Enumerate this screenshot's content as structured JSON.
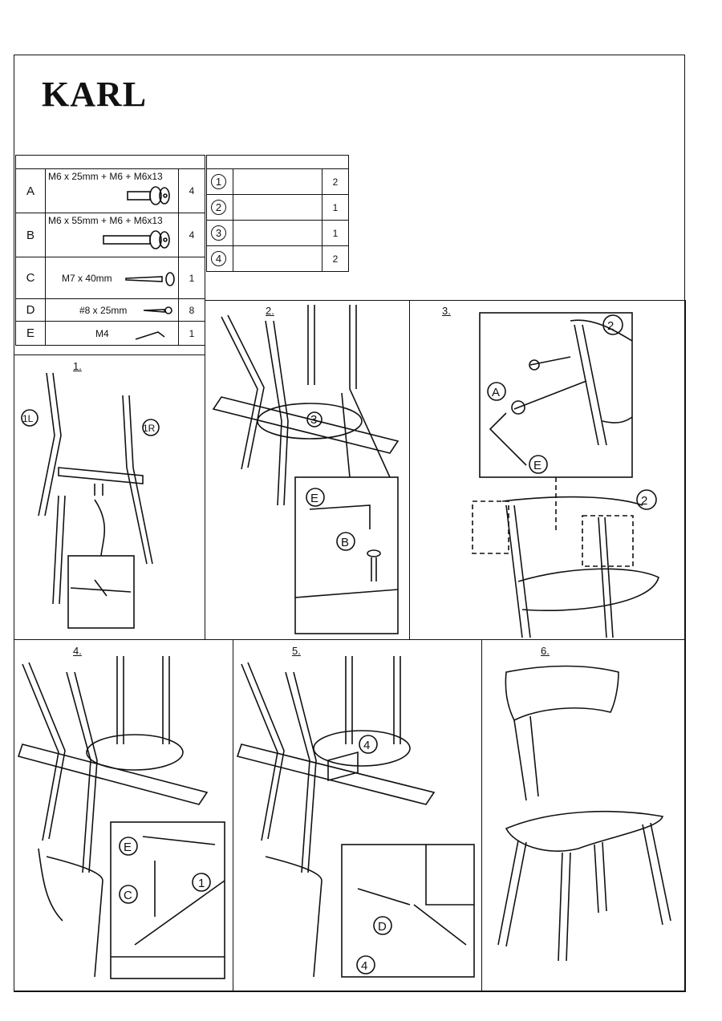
{
  "title": "KARL",
  "hardware": [
    {
      "letter": "A",
      "spec": "M6 x 25mm + M6 + M6x13",
      "qty": "4",
      "icon": "bolt-washer-nut-icon"
    },
    {
      "letter": "B",
      "spec": "M6 x 55mm + M6 + M6x13",
      "qty": "4",
      "icon": "long-bolt-washer-nut-icon"
    },
    {
      "letter": "C",
      "spec": "M7 x 40mm",
      "qty": "1",
      "icon": "screw-icon"
    },
    {
      "letter": "D",
      "spec": "#8 x 25mm",
      "qty": "8",
      "icon": "small-screw-icon"
    },
    {
      "letter": "E",
      "spec": "M4",
      "qty": "1",
      "icon": "allen-key-icon"
    }
  ],
  "parts": [
    {
      "number": "1",
      "qty": "2"
    },
    {
      "number": "2",
      "qty": "1"
    },
    {
      "number": "3",
      "qty": "1"
    },
    {
      "number": "4",
      "qty": "2"
    }
  ],
  "steps": {
    "s1": {
      "label": "1.",
      "callouts": [
        "1L",
        "1R"
      ]
    },
    "s2": {
      "label": "2.",
      "callouts": [
        "3",
        "E",
        "B"
      ]
    },
    "s3": {
      "label": "3.",
      "callouts": [
        "2",
        "A",
        "E",
        "2"
      ]
    },
    "s4": {
      "label": "4.",
      "callouts": [
        "E",
        "C",
        "1"
      ]
    },
    "s5": {
      "label": "5.",
      "callouts": [
        "4",
        "D",
        "4"
      ]
    },
    "s6": {
      "label": "6."
    }
  }
}
